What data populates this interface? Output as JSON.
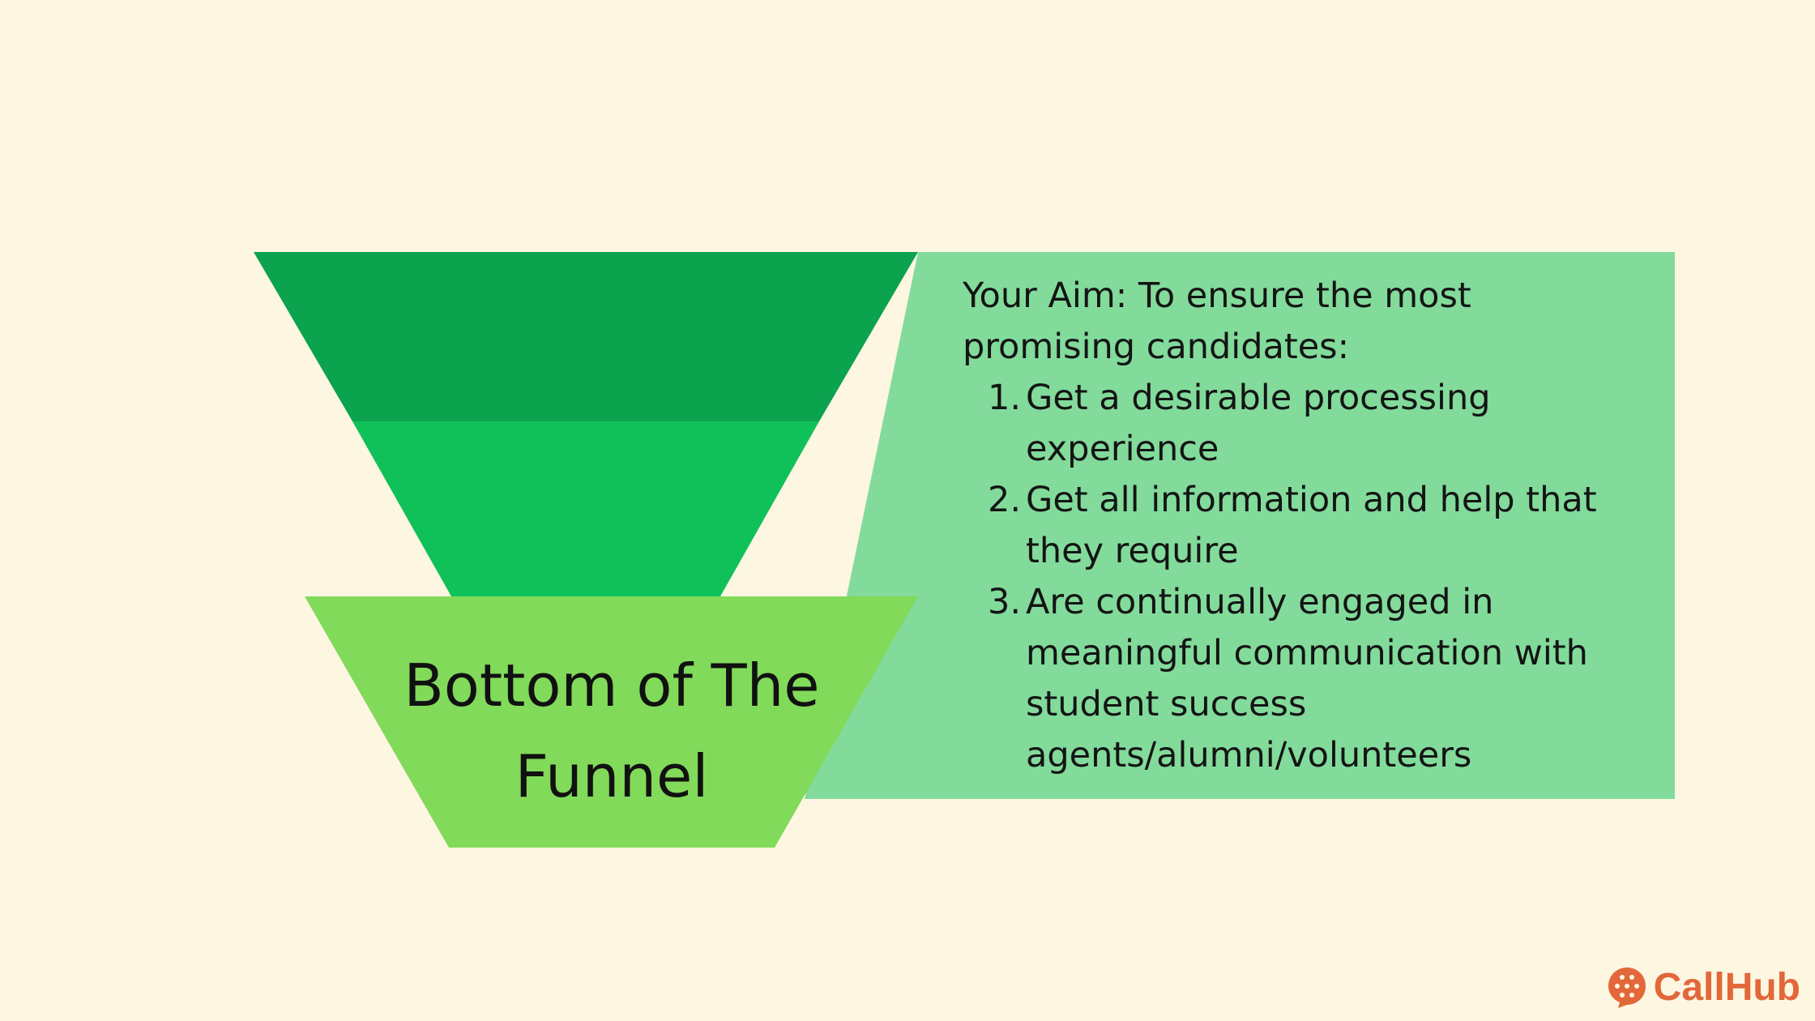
{
  "funnel": {
    "bottom_label": "Bottom of The Funnel",
    "colors": {
      "top": "#0ba34e",
      "middle": "#10c15a",
      "bottom": "#82da5a",
      "panel": "#82db9b"
    }
  },
  "info": {
    "aim": "Your Aim: To ensure the most promising candidates:",
    "items": [
      {
        "num": "1.",
        "text": "Get a desirable processing experience"
      },
      {
        "num": "2.",
        "text": "Get all information and help that they require"
      },
      {
        "num": "3.",
        "text": "Are continually engaged in meaningful communication with student success agents/alumni/volunteers"
      }
    ]
  },
  "logo": {
    "text": "CallHub",
    "color": "#e2683a",
    "icon": "speech-bubble-dots-icon"
  }
}
